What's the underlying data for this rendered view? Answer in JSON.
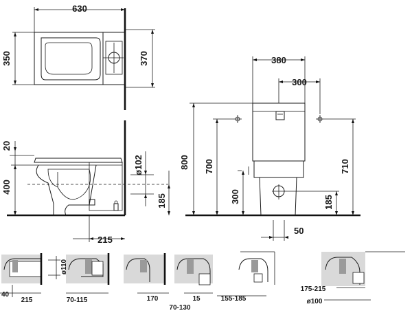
{
  "dimensions": {
    "top_width": "630",
    "top_depth_left": "350",
    "top_depth_right": "370",
    "rim_offset": "20",
    "seat_height": "400",
    "outlet_diameter": "ø102",
    "outlet_height_side": "185",
    "outlet_distance": "215",
    "front_width": "380",
    "cistern_fixing": "300",
    "total_height_left": "800",
    "pan_height": "700",
    "water_inlet_height": "300",
    "outlet_height_front": "185",
    "total_height_right": "710",
    "inlet_offset": "50"
  },
  "connections": [
    {
      "a": "40",
      "b": "215",
      "c": "ø110"
    },
    {
      "a": "70-115"
    },
    {
      "a": "170"
    },
    {
      "a": "15",
      "b": "70-130"
    },
    {
      "a": "155-185"
    },
    {
      "a": "175-215",
      "b": "ø100"
    }
  ]
}
